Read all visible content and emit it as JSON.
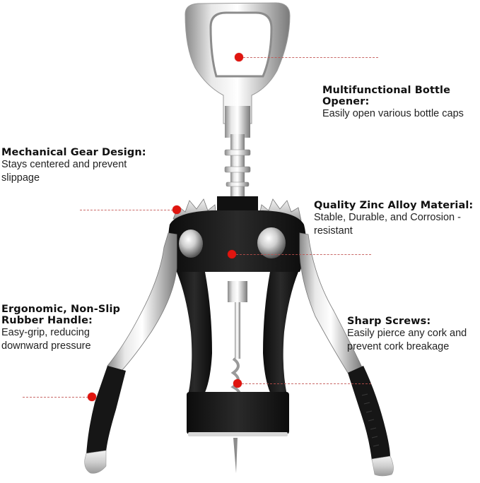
{
  "image": {
    "subject": "Wing corkscrew wine opener",
    "colors": {
      "background": "#ffffff",
      "marker": "#e0150f",
      "leader_line": "#c0504d",
      "body_black": "#141414",
      "chrome": "#c8c8c8"
    }
  },
  "callouts": [
    {
      "id": "bottle-opener",
      "title": "Multifunctional Bottle Opener:",
      "description": "Easily open various bottle caps"
    },
    {
      "id": "gear-design",
      "title": "Mechanical Gear Design:",
      "description": "Stays centered and prevent slippage"
    },
    {
      "id": "zinc-alloy",
      "title": "Quality Zinc Alloy Material:",
      "description": "Stable, Durable, and Corrosion -resistant"
    },
    {
      "id": "rubber-handle",
      "title": "Ergonomic, Non-Slip Rubber Handle:",
      "description": "Easy-grip, reducing downward pressure"
    },
    {
      "id": "sharp-screws",
      "title": "Sharp Screws:",
      "description": "Easily pierce any cork and prevent cork breakage"
    }
  ]
}
